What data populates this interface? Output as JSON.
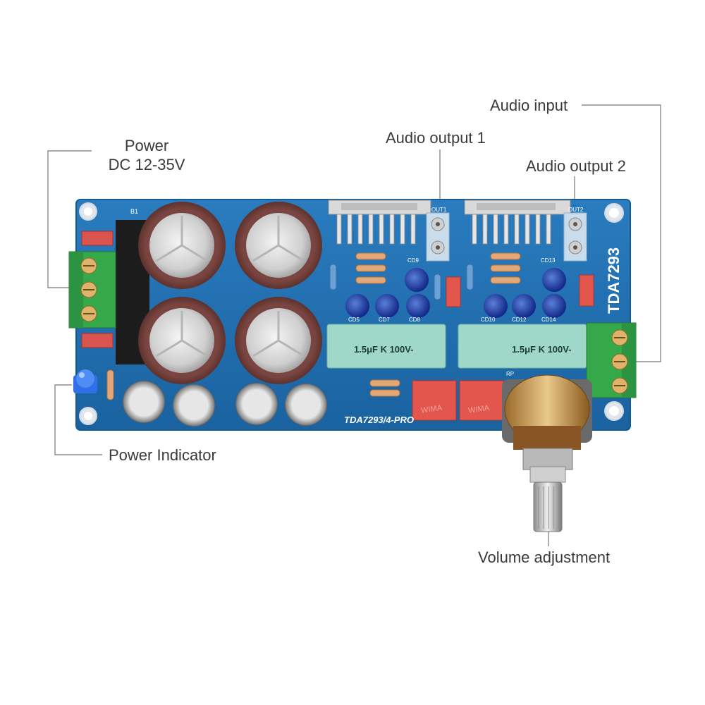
{
  "callouts": {
    "power_title": "Power",
    "power_voltage": "DC 12-35V",
    "power_indicator": "Power Indicator",
    "audio_output_1": "Audio output 1",
    "audio_output_2": "Audio output 2",
    "audio_input": "Audio input",
    "volume_adjustment": "Volume adjustment"
  },
  "board": {
    "chip_label": "TDA7293",
    "model_label": "TDA7293/4-PRO",
    "cap_label_left": "1.5μF K 100V-",
    "cap_label_right": "1.5μF K 100V-",
    "silk_b1": "B1",
    "silk_out1": "OUT1",
    "silk_out2": "OUT2",
    "silk_cd9": "CD9",
    "silk_cd13": "CD13",
    "silk_cd_left": [
      "CD5",
      "CD7",
      "CD8"
    ],
    "silk_cd_right": [
      "CD10",
      "CD12",
      "CD14"
    ],
    "silk_rp": "RP",
    "wima_text": "WIMA"
  },
  "colors": {
    "pcb_blue": "#1f6fae",
    "pcb_edge": "#155b93",
    "terminal_green": "#35a84a",
    "film_cap_green": "#9fd8c8",
    "electrolytic_brown": "#6b3b36",
    "wima_red": "#e2564d",
    "callout_line": "#777777",
    "callout_text": "#3a3a3a"
  }
}
